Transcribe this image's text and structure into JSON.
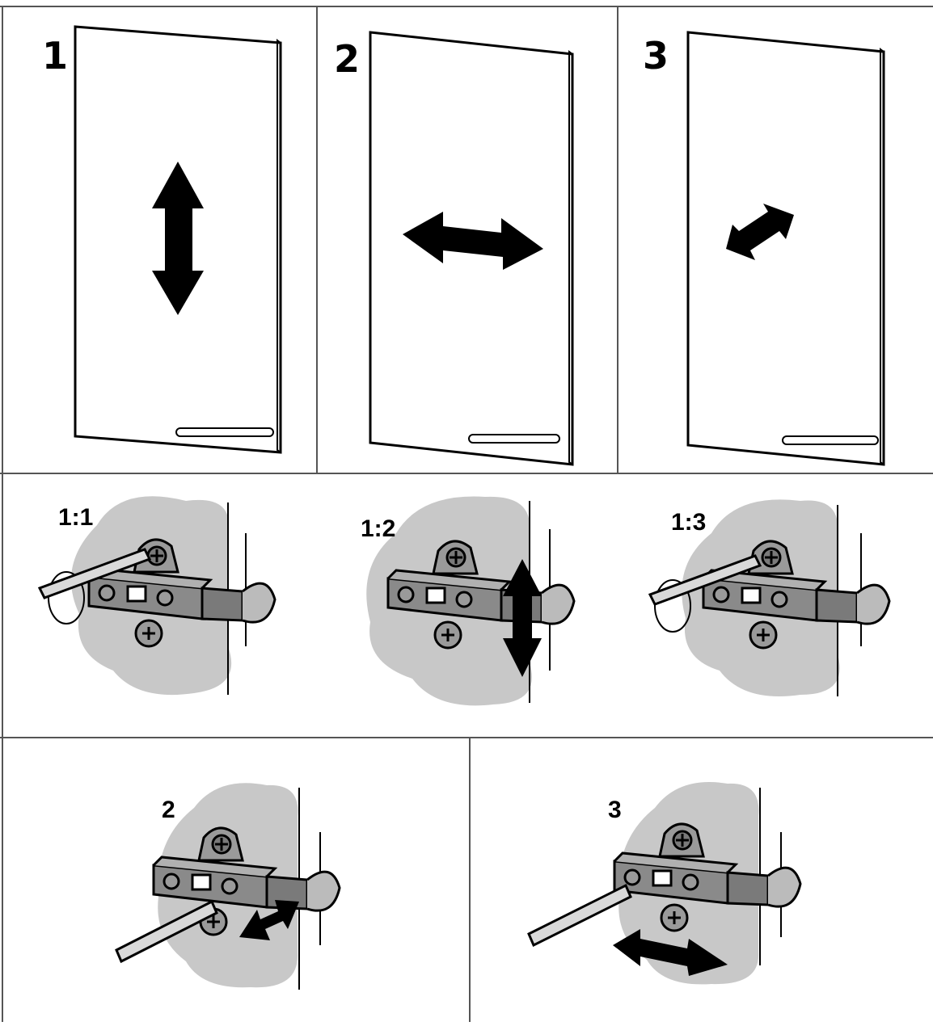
{
  "panels": {
    "top": [
      "1",
      "2",
      "3"
    ],
    "middle": [
      "1:1",
      "1:2",
      "1:3"
    ],
    "bottom": [
      "2",
      "3"
    ]
  },
  "colors": {
    "line": "#000000",
    "grid": "#555555",
    "wall": "#c8c8c8",
    "hinge": "#8a8a8a",
    "paper": "#ffffff"
  }
}
